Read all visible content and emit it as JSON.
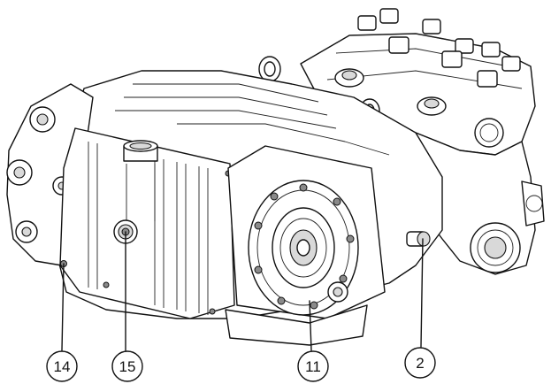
{
  "figure": {
    "subject": "pump-assembly",
    "colors": {
      "ink": "#111111",
      "shade": "#d9d9d9",
      "background": "#ffffff"
    }
  },
  "callouts": [
    {
      "id": "14",
      "label": "14"
    },
    {
      "id": "15",
      "label": "15"
    },
    {
      "id": "11",
      "label": "11"
    },
    {
      "id": "2",
      "label": "2"
    }
  ]
}
